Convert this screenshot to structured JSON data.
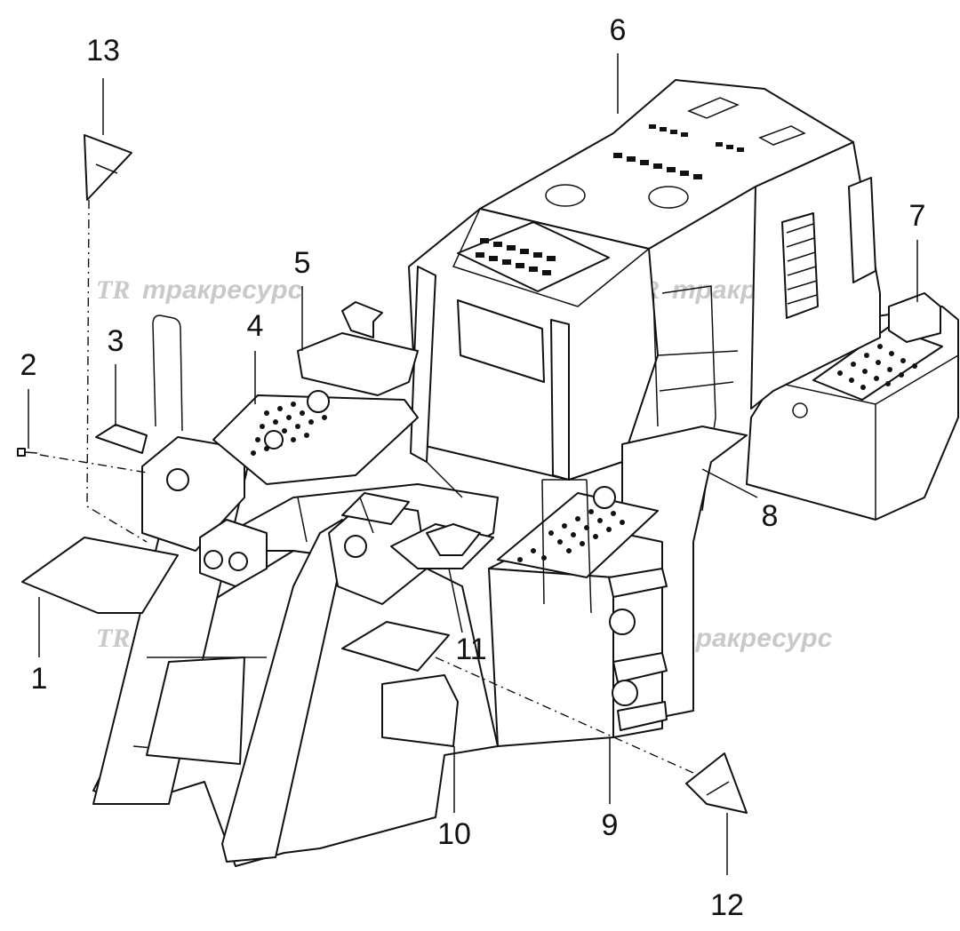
{
  "watermark": {
    "logo": "TR",
    "text": "тракресурс"
  },
  "callouts": [
    {
      "id": "1",
      "label": "1"
    },
    {
      "id": "2",
      "label": "2"
    },
    {
      "id": "3",
      "label": "3"
    },
    {
      "id": "4",
      "label": "4"
    },
    {
      "id": "5",
      "label": "5"
    },
    {
      "id": "6",
      "label": "6"
    },
    {
      "id": "7",
      "label": "7"
    },
    {
      "id": "8",
      "label": "8"
    },
    {
      "id": "9",
      "label": "9"
    },
    {
      "id": "10",
      "label": "10"
    },
    {
      "id": "11",
      "label": "11"
    },
    {
      "id": "12",
      "label": "12"
    },
    {
      "id": "13",
      "label": "13"
    }
  ]
}
